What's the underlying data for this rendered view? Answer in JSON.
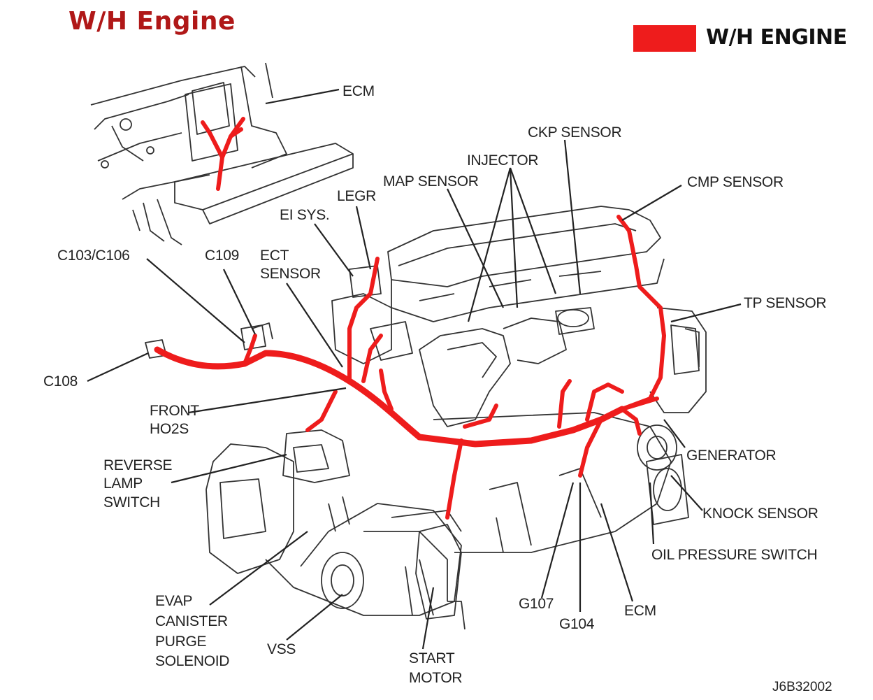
{
  "title": "W/H Engine",
  "legend": {
    "label": "W/H ENGINE"
  },
  "colors": {
    "harness": "#ee1c1c",
    "title": "#b01818",
    "line": "#222222"
  },
  "labels": {
    "ecm_top": "ECM",
    "ckp": "CKP SENSOR",
    "injector": "INJECTOR",
    "map": "MAP SENSOR",
    "cmp": "CMP SENSOR",
    "legr": "LEGR",
    "ei_sys": "EI SYS.",
    "c103": "C103/C106",
    "c109": "C109",
    "ect_1": "ECT",
    "ect_2": "SENSOR",
    "tp": "TP SENSOR",
    "c108": "C108",
    "front_1": "FRONT",
    "front_2": "HO2S",
    "reverse_1": "REVERSE",
    "reverse_2": "LAMP",
    "reverse_3": "SWITCH",
    "generator": "GENERATOR",
    "knock": "KNOCK SENSOR",
    "oil": "OIL PRESSURE SWITCH",
    "evap_1": "EVAP",
    "evap_2": "CANISTER",
    "evap_3": "PURGE",
    "evap_4": "SOLENOID",
    "vss": "VSS",
    "start_1": "START",
    "start_2": "MOTOR",
    "g107": "G107",
    "g104": "G104",
    "ecm_bottom": "ECM"
  },
  "figure_id": "J6B32002"
}
